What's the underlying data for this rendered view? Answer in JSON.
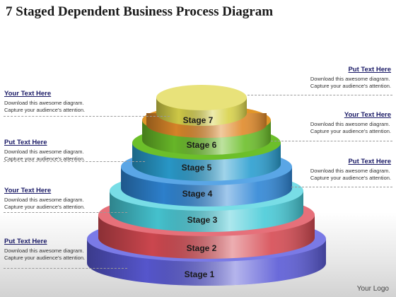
{
  "title": "7 Staged Dependent Business Process Diagram",
  "stages": [
    {
      "label": "Stage 1",
      "color": "#5a5ad6"
    },
    {
      "label": "Stage 2",
      "color": "#d64a52"
    },
    {
      "label": "Stage 3",
      "color": "#48cbd8"
    },
    {
      "label": "Stage 4",
      "color": "#2f86d6"
    },
    {
      "label": "Stage 5",
      "color": "#2a9ed0"
    },
    {
      "label": "Stage 6",
      "color": "#6cbf2a"
    },
    {
      "label": "Stage 7",
      "color": "#e08a2a"
    }
  ],
  "top_cap_color": "#d8d24a",
  "notes_left": [
    {
      "heading": "Your Text Here",
      "line1": "Download this  awesome diagram.",
      "line2": "Capture your audience’s attention."
    },
    {
      "heading": "Put Text Here",
      "line1": "Download this  awesome diagram.",
      "line2": "Capture your audience’s attention."
    },
    {
      "heading": "Your Text Here",
      "line1": "Download this  awesome diagram.",
      "line2": "Capture your audience’s attention."
    },
    {
      "heading": "Put Text Here",
      "line1": "Download this  awesome diagram.",
      "line2": "Capture your audience’s attention."
    }
  ],
  "notes_right": [
    {
      "heading": "Put Text Here",
      "line1": "Download this  awesome diagram.",
      "line2": "Capture your audience’s attention."
    },
    {
      "heading": "Your Text Here",
      "line1": "Download this  awesome diagram.",
      "line2": "Capture your audience’s attention."
    },
    {
      "heading": "Put Text Here",
      "line1": "Download this  awesome diagram.",
      "line2": "Capture your audience’s attention."
    }
  ],
  "logo": "Your Logo"
}
